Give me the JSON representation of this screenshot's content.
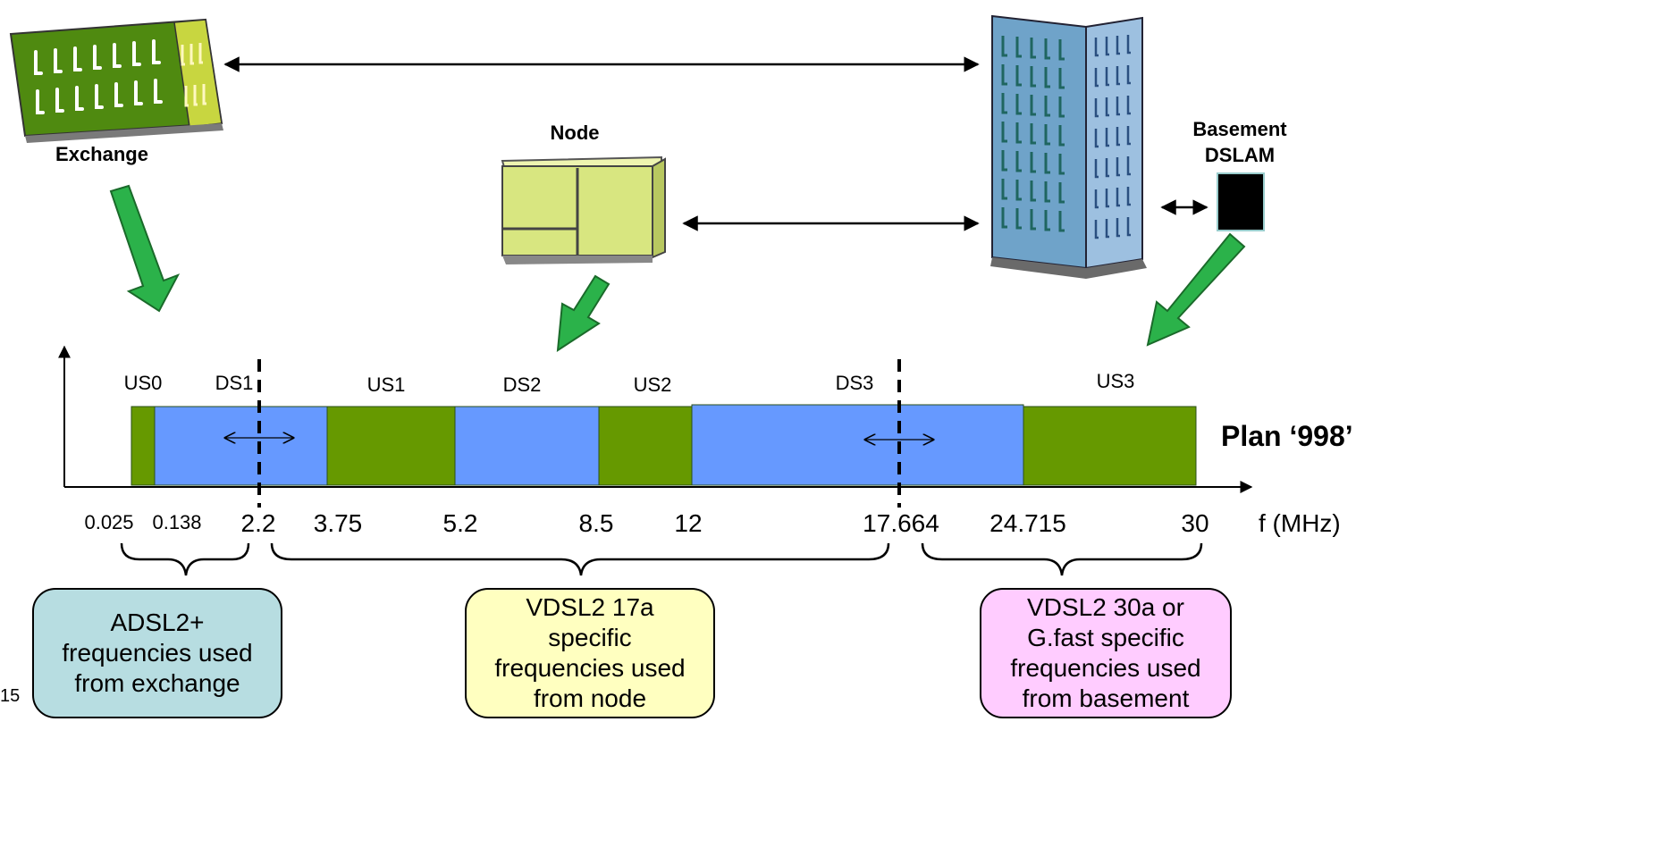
{
  "sites": {
    "exchange": {
      "label": "Exchange",
      "icon": "exchange-building-icon"
    },
    "node": {
      "label": "Node",
      "icon": "node-cabinet-icon"
    },
    "building": {
      "icon": "apartment-building-icon"
    },
    "basement": {
      "label_line1": "Basement",
      "label_line2": "DSLAM",
      "icon": "dslam-box-icon"
    }
  },
  "plan": {
    "title": "Plan ‘998’",
    "axis_label": "f (MHz)",
    "bands": [
      {
        "name": "US0",
        "from": 0.025,
        "to": 0.138,
        "type": "upstream"
      },
      {
        "name": "DS1",
        "from": 0.138,
        "to": 3.75,
        "type": "downstream"
      },
      {
        "name": "US1",
        "from": 3.75,
        "to": 5.2,
        "type": "upstream"
      },
      {
        "name": "DS2",
        "from": 5.2,
        "to": 8.5,
        "type": "downstream"
      },
      {
        "name": "US2",
        "from": 8.5,
        "to": 12,
        "type": "upstream"
      },
      {
        "name": "DS3",
        "from": 12,
        "to": 24.715,
        "type": "downstream"
      },
      {
        "name": "US3",
        "from": 24.715,
        "to": 30,
        "type": "upstream"
      }
    ],
    "ticks": [
      "0.025",
      "0.138",
      "2.2",
      "3.75",
      "5.2",
      "8.5",
      "12",
      "17.664",
      "24.715",
      "30"
    ],
    "split_points": [
      "2.2",
      "17.664"
    ]
  },
  "callouts": {
    "adsl": {
      "lines": [
        "ADSL2+",
        "frequencies used",
        "from exchange"
      ]
    },
    "vdsl17": {
      "lines": [
        "VDSL2 17a",
        "specific",
        "frequencies used",
        "from node"
      ]
    },
    "vdsl30": {
      "lines": [
        "VDSL2 30a or",
        "G.fast specific",
        "frequencies used",
        "from basement"
      ]
    }
  },
  "page_number": "15",
  "colors": {
    "upstream": "#669900",
    "downstream": "#6699ff",
    "arrow_green": "#2bb24a",
    "adsl_box": "#b7dde1",
    "vdsl17_box": "#ffffc0",
    "vdsl30_box": "#ffccff",
    "exchange_green": "#4f8a10",
    "building_blue": "#6fa3c9"
  }
}
